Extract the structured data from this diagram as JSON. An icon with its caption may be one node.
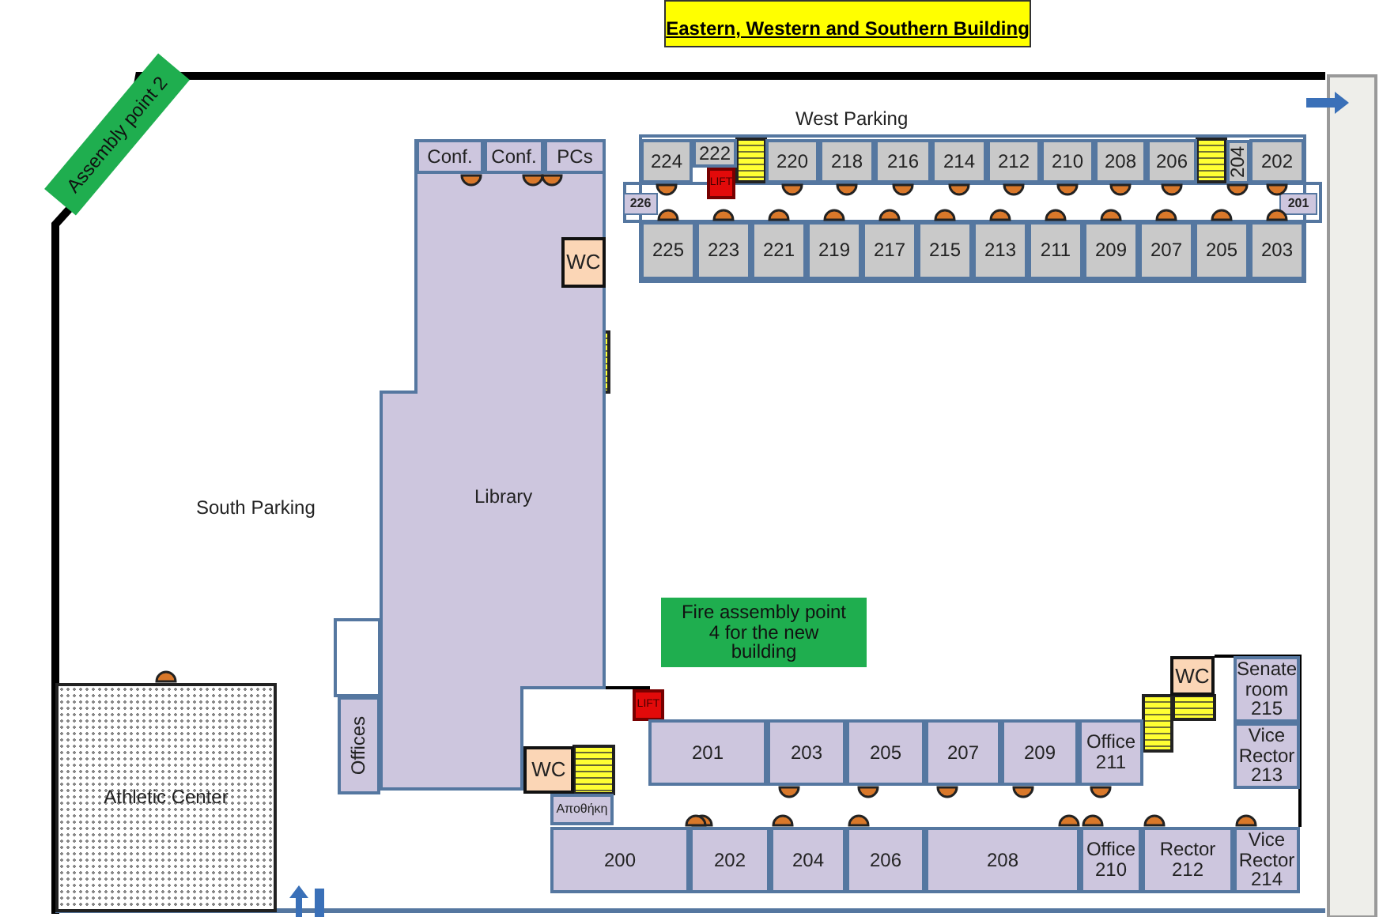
{
  "diagram": {
    "title": "Eastern, Western and Southern Building",
    "nodes": [
      {
        "text": [
          "Assembly point 2"
        ]
      },
      {
        "text": [
          "Library"
        ]
      },
      {
        "text": [
          "Conf."
        ],
        "in": 1
      },
      {
        "text": [
          "Conf."
        ],
        "in": 1
      },
      {
        "text": [
          "PCs"
        ],
        "in": 1
      },
      {
        "text": [
          "WC"
        ],
        "in": 1
      },
      {
        "text": [
          "224"
        ]
      },
      {
        "text": [
          "222"
        ]
      },
      {
        "text": [
          "LIFT"
        ]
      },
      {
        "text": [
          "220"
        ]
      },
      {
        "text": [
          "218"
        ]
      },
      {
        "text": [
          "216"
        ]
      },
      {
        "text": [
          "214"
        ]
      },
      {
        "text": [
          "212"
        ]
      },
      {
        "text": [
          "210"
        ]
      },
      {
        "text": [
          "208"
        ]
      },
      {
        "text": [
          "206"
        ]
      },
      {
        "text": [
          "204"
        ]
      },
      {
        "text": [
          "202"
        ]
      },
      {
        "text": [
          "226"
        ]
      },
      {
        "text": [
          "201"
        ]
      },
      {
        "text": [
          "225"
        ]
      },
      {
        "text": [
          "223"
        ]
      },
      {
        "text": [
          "221"
        ]
      },
      {
        "text": [
          "219"
        ]
      },
      {
        "text": [
          "217"
        ]
      },
      {
        "text": [
          "215"
        ]
      },
      {
        "text": [
          "213"
        ]
      },
      {
        "text": [
          "211"
        ]
      },
      {
        "text": [
          "209"
        ]
      },
      {
        "text": [
          "207"
        ]
      },
      {
        "text": [
          "205"
        ]
      },
      {
        "text": [
          "203"
        ]
      },
      {
        "text": [
          "Fire assembly point 4 for the new building"
        ]
      },
      {
        "text": [
          "LIFT"
        ]
      },
      {
        "text": [
          "WC"
        ]
      },
      {
        "text": [
          "Senate room 215"
        ]
      },
      {
        "text": [
          "Athletic Center"
        ]
      },
      {
        "text": [
          "Offices"
        ]
      },
      {
        "text": [
          "201"
        ]
      },
      {
        "text": [
          "203"
        ]
      },
      {
        "text": [
          "205"
        ]
      },
      {
        "text": [
          "207"
        ]
      },
      {
        "text": [
          "209"
        ]
      },
      {
        "text": [
          "Office 211"
        ]
      },
      {
        "text": [
          "Vice Rector 213"
        ]
      },
      {
        "text": [
          "WC"
        ]
      },
      {
        "text": [
          "Αποθήκη"
        ]
      },
      {
        "text": [
          "200"
        ]
      },
      {
        "text": [
          "202"
        ]
      },
      {
        "text": [
          "204"
        ]
      },
      {
        "text": [
          "206"
        ]
      },
      {
        "text": [
          "208"
        ]
      },
      {
        "text": [
          "Office 210"
        ]
      },
      {
        "text": [
          "Rector 212"
        ]
      },
      {
        "text": [
          "Vice Rector 214"
        ]
      }
    ],
    "labels": [
      "West Parking",
      "South Parking"
    ]
  }
}
